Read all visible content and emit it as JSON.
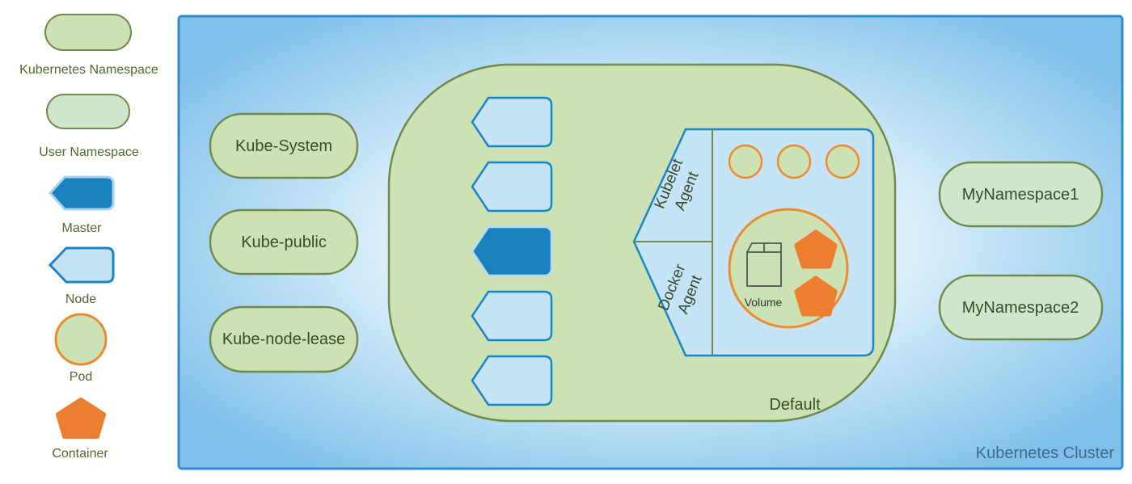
{
  "legend": {
    "items": [
      {
        "key": "kubernetes_namespace",
        "label": "Kubernetes Namespace",
        "icon": "kubernetes-namespace-icon"
      },
      {
        "key": "user_namespace",
        "label": "User Namespace",
        "icon": "user-namespace-icon"
      },
      {
        "key": "master",
        "label": "Master",
        "icon": "master-icon"
      },
      {
        "key": "node",
        "label": "Node",
        "icon": "node-icon"
      },
      {
        "key": "pod",
        "label": "Pod",
        "icon": "pod-icon"
      },
      {
        "key": "container",
        "label": "Container",
        "icon": "container-icon"
      }
    ]
  },
  "cluster": {
    "label": "Kubernetes Cluster"
  },
  "kubernetes_namespaces": [
    "Kube-System",
    "Kube-public",
    "Kube-node-lease"
  ],
  "user_namespaces": [
    "MyNamespace1",
    "MyNamespace2"
  ],
  "default_namespace": {
    "label": "Default",
    "node_detail": {
      "kubelet_agent": "Kubelet\nAgent",
      "docker_agent": "Docker\nAgent",
      "volume_label": "Volume"
    }
  },
  "colors": {
    "namespace_fill": "#cde2b4",
    "namespace_stroke": "#6f8a4a",
    "user_namespace_fill": "#cfe5cc",
    "node_fill": "#c5e4f7",
    "node_stroke": "#1a86c8",
    "master_fill": "#1a81bf",
    "pod_stroke": "#ec8a2c",
    "container_fill": "#ec7f2f",
    "cluster_fill": "#8cc8ec"
  }
}
